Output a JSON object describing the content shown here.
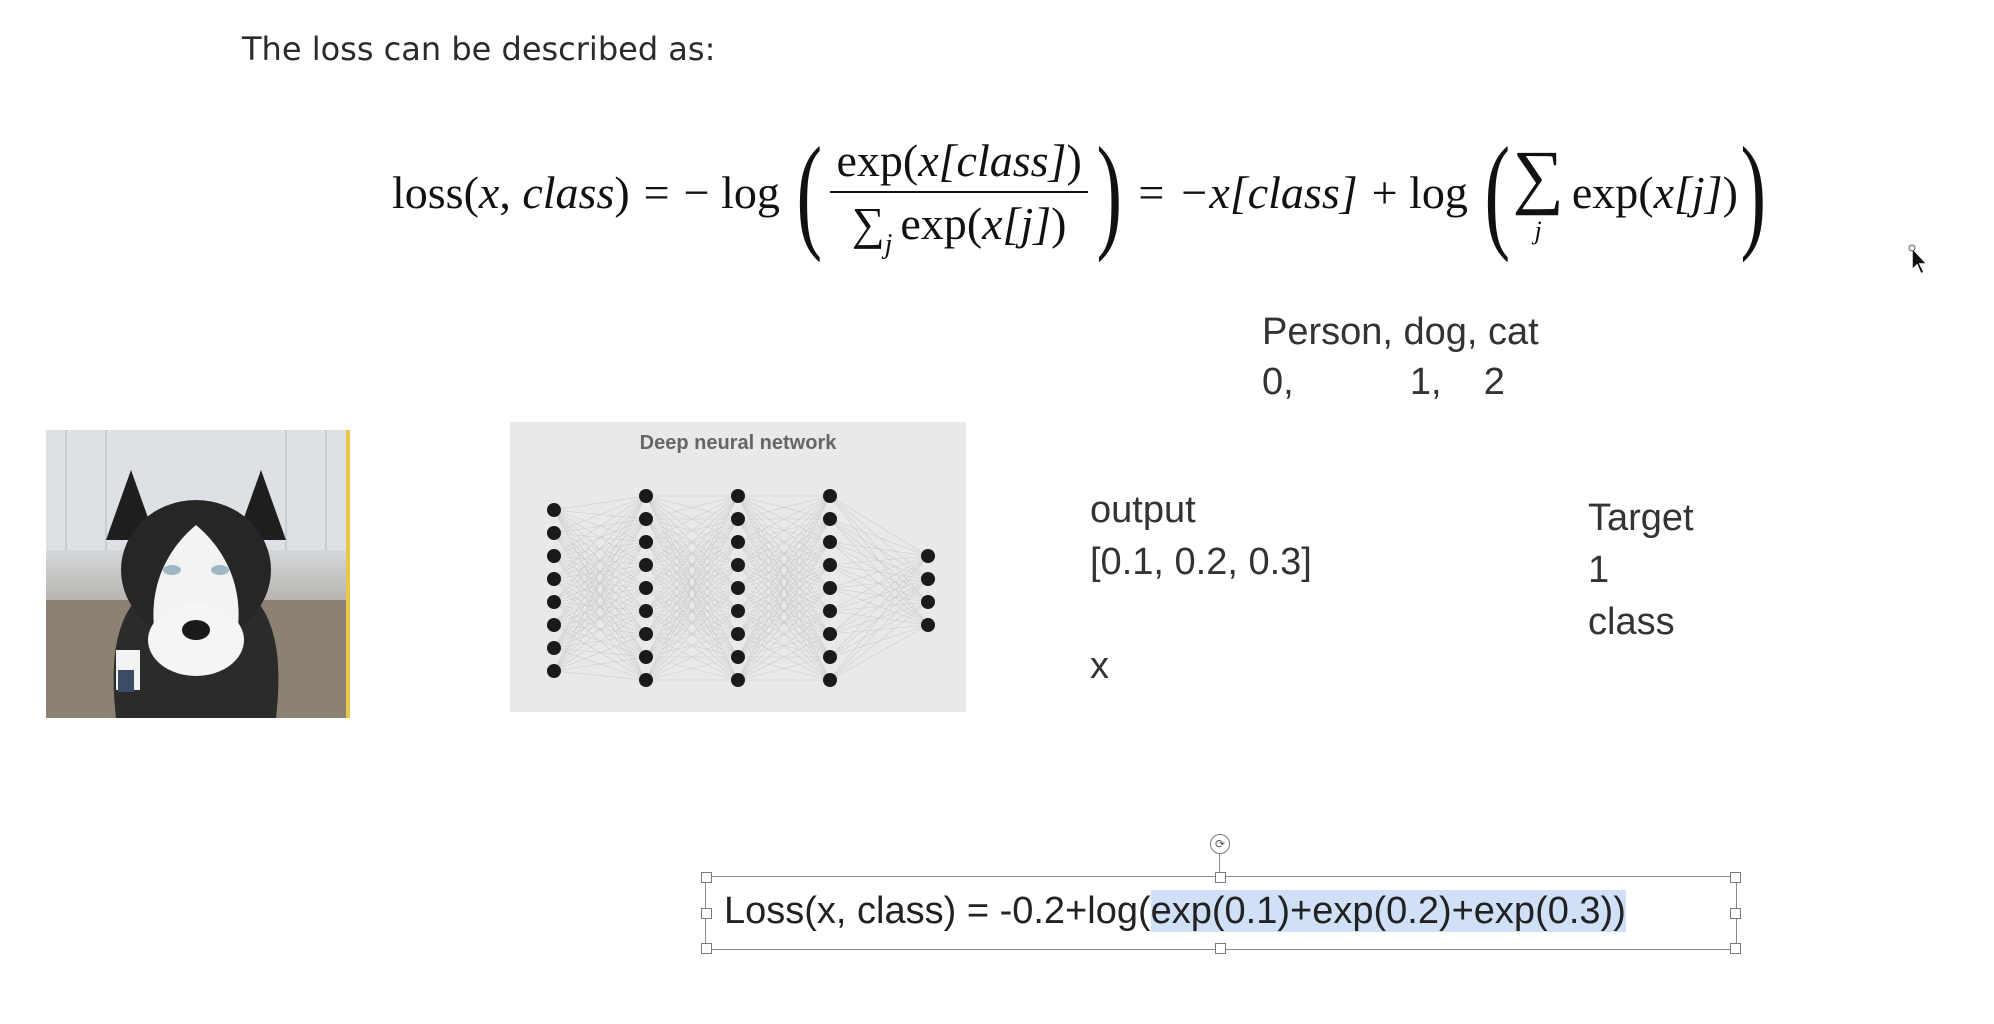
{
  "intro_text": "The loss can be described as:",
  "formula": {
    "lhs": "loss",
    "lhs_args_x": "x",
    "lhs_args_class": "class",
    "eq1": "=",
    "neg_log": "− log",
    "frac_num_exp": "exp",
    "frac_num_arg": "x[class]",
    "frac_den_sum": "∑",
    "frac_den_sub": "j",
    "frac_den_exp": "exp",
    "frac_den_arg": "x[j]",
    "eq2": "=",
    "neg_x": "−x[class]",
    "plus_log": "+ log",
    "sum_symbol": "∑",
    "sum_sub": "j",
    "sum_exp": "exp",
    "sum_arg": "x[j]"
  },
  "classes_line": "Person, dog, cat",
  "indices_line": "0,           1,    2",
  "dog_image_label": "husky-dog-photo",
  "network": {
    "title": "Deep neural network"
  },
  "output_label": "output",
  "output_vector": "[0.1, 0.2, 0.3]",
  "x_label": "x",
  "target_label": "Target",
  "target_value": "1",
  "class_label": "class",
  "loss_text_prefix": "Loss(x, class) = -0.2+log(",
  "loss_text_selected": "exp(0.1)+exp(0.2)+exp(0.3))",
  "rotate_glyph": "⟳",
  "colors": {
    "selection": "#cfe0f7",
    "frame_border": "#e7c84a"
  }
}
